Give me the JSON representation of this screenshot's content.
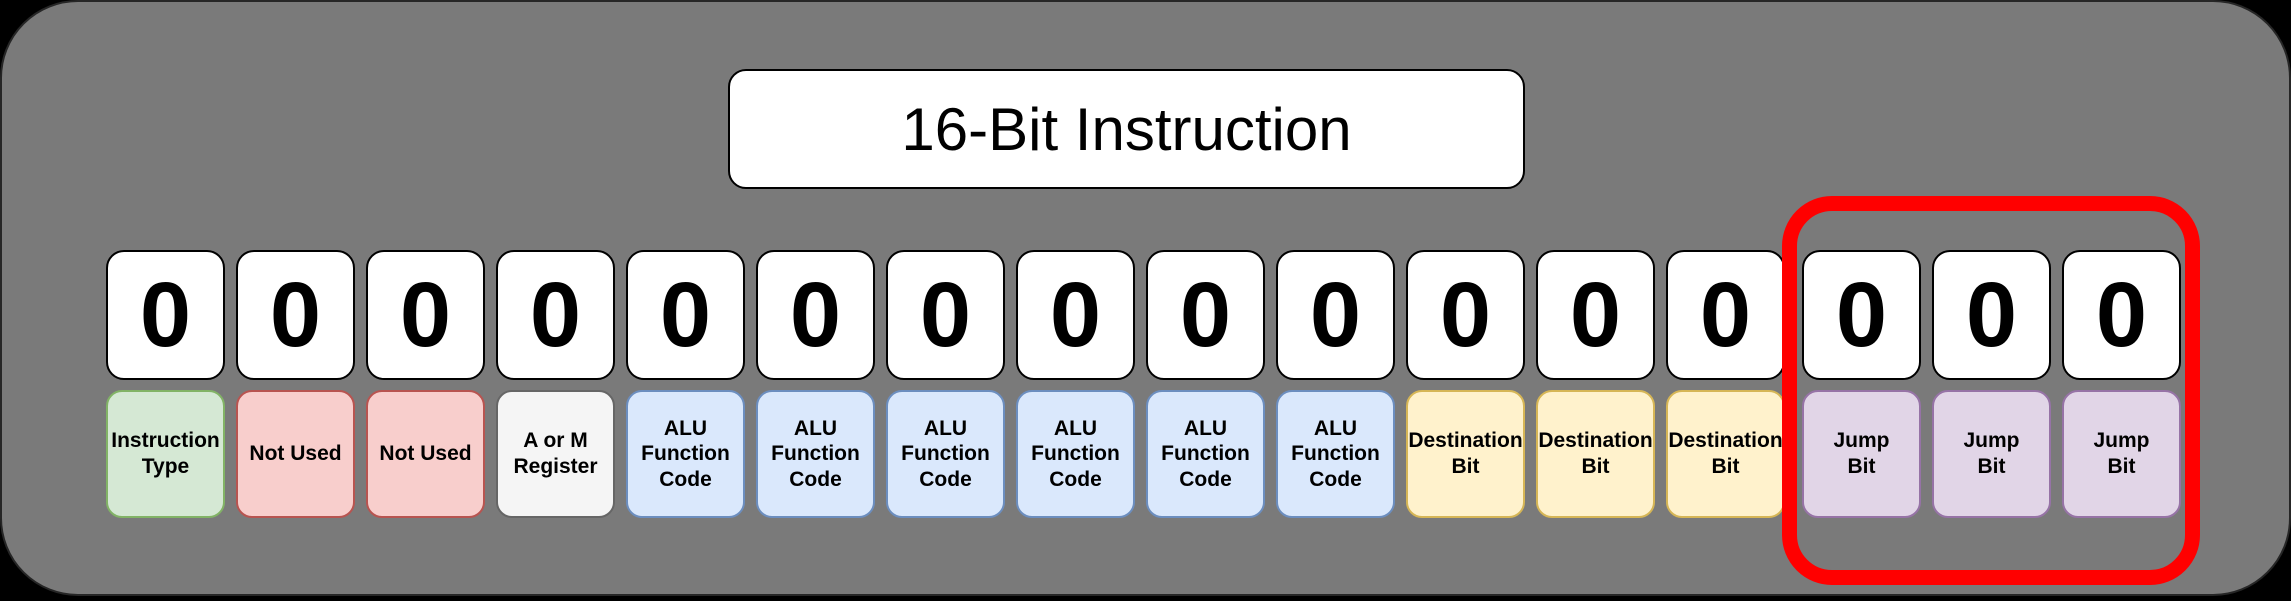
{
  "title": {
    "text": "16-Bit Instruction"
  },
  "panel": {
    "background": "#7a7a7a"
  },
  "bits": [
    {
      "value": "0",
      "label": "Instruction\nType",
      "fill": "#d5e8d4",
      "stroke": "#82b366"
    },
    {
      "value": "0",
      "label": "Not Used",
      "fill": "#f8cecc",
      "stroke": "#b85450"
    },
    {
      "value": "0",
      "label": "Not Used",
      "fill": "#f8cecc",
      "stroke": "#b85450"
    },
    {
      "value": "0",
      "label": "A or M\nRegister",
      "fill": "#f5f5f5",
      "stroke": "#666666"
    },
    {
      "value": "0",
      "label": "ALU\nFunction\nCode",
      "fill": "#dae8fc",
      "stroke": "#6c8ebf"
    },
    {
      "value": "0",
      "label": "ALU\nFunction\nCode",
      "fill": "#dae8fc",
      "stroke": "#6c8ebf"
    },
    {
      "value": "0",
      "label": "ALU\nFunction\nCode",
      "fill": "#dae8fc",
      "stroke": "#6c8ebf"
    },
    {
      "value": "0",
      "label": "ALU\nFunction\nCode",
      "fill": "#dae8fc",
      "stroke": "#6c8ebf"
    },
    {
      "value": "0",
      "label": "ALU\nFunction\nCode",
      "fill": "#dae8fc",
      "stroke": "#6c8ebf"
    },
    {
      "value": "0",
      "label": "ALU\nFunction\nCode",
      "fill": "#dae8fc",
      "stroke": "#6c8ebf"
    },
    {
      "value": "0",
      "label": "Destination\nBit",
      "fill": "#fff2cc",
      "stroke": "#d6b656"
    },
    {
      "value": "0",
      "label": "Destination\nBit",
      "fill": "#fff2cc",
      "stroke": "#d6b656"
    },
    {
      "value": "0",
      "label": "Destination\nBit",
      "fill": "#fff2cc",
      "stroke": "#d6b656"
    },
    {
      "value": "0",
      "label": "Jump\nBit",
      "fill": "#e1d5e7",
      "stroke": "#9673a6"
    },
    {
      "value": "0",
      "label": "Jump\nBit",
      "fill": "#e1d5e7",
      "stroke": "#9673a6"
    },
    {
      "value": "0",
      "label": "Jump\nBit",
      "fill": "#e1d5e7",
      "stroke": "#9673a6"
    }
  ],
  "highlight": {
    "color": "#ff0000"
  }
}
